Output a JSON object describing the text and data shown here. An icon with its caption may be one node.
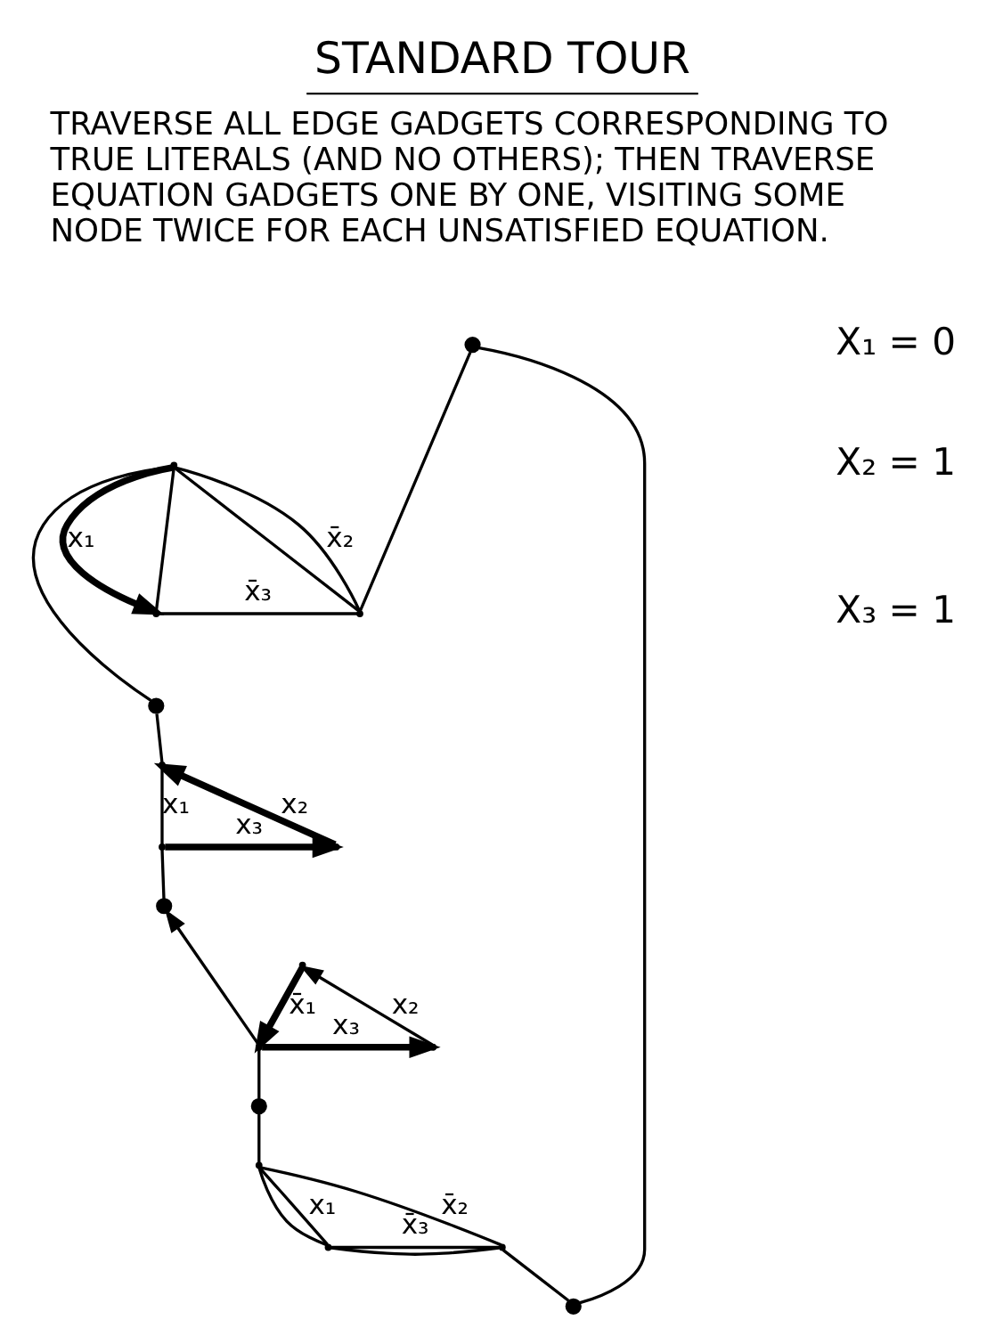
{
  "diagram": {
    "title": "STANDARD TOUR",
    "nodes": [
      {
        "text": [],
        "shape": "dot"
      },
      {
        "text": [],
        "shape": "point"
      },
      {
        "text": [],
        "shape": "point"
      },
      {
        "text": [],
        "shape": "point"
      },
      {
        "text": [],
        "shape": "dot"
      },
      {
        "text": [],
        "shape": "point"
      },
      {
        "text": [],
        "shape": "point"
      },
      {
        "text": [],
        "shape": "point"
      },
      {
        "text": [],
        "shape": "dot"
      },
      {
        "text": [],
        "shape": "point"
      },
      {
        "text": [],
        "shape": "point"
      },
      {
        "text": [],
        "shape": "point"
      },
      {
        "text": [],
        "shape": "dot"
      },
      {
        "text": [],
        "shape": "point"
      },
      {
        "text": [],
        "shape": "point"
      },
      {
        "text": [],
        "shape": "point"
      },
      {
        "text": [],
        "shape": "dot"
      }
    ],
    "edges": [
      {
        "from": 1,
        "to": 2,
        "arrow": "to",
        "label": "x₁",
        "style": "thick"
      },
      {
        "from": 1,
        "to": 2,
        "arrow": "none"
      },
      {
        "from": 1,
        "to": 3,
        "arrow": "none",
        "label": "x̄₂"
      },
      {
        "from": 1,
        "to": 3,
        "arrow": "none"
      },
      {
        "from": 2,
        "to": 3,
        "arrow": "none",
        "label": "x̄₃"
      },
      {
        "from": 0,
        "to": 3,
        "arrow": "none"
      },
      {
        "from": 1,
        "to": 4,
        "arrow": "none"
      },
      {
        "from": 4,
        "to": 5,
        "arrow": "none"
      },
      {
        "from": 5,
        "to": 6,
        "arrow": "none",
        "label": "x₁"
      },
      {
        "from": 7,
        "to": 5,
        "arrow": "to",
        "label": "x₂",
        "style": "thick"
      },
      {
        "from": 6,
        "to": 7,
        "arrow": "to",
        "label": "x₃",
        "style": "thick"
      },
      {
        "from": 6,
        "to": 8,
        "arrow": "none"
      },
      {
        "from": 10,
        "to": 8,
        "arrow": "to"
      },
      {
        "from": 9,
        "to": 10,
        "arrow": "to",
        "label": "x̄₁",
        "style": "thick"
      },
      {
        "from": 11,
        "to": 9,
        "arrow": "to",
        "label": "x₂"
      },
      {
        "from": 10,
        "to": 11,
        "arrow": "to",
        "label": "x₃",
        "style": "thick"
      },
      {
        "from": 10,
        "to": 12,
        "arrow": "none"
      },
      {
        "from": 12,
        "to": 13,
        "arrow": "none"
      },
      {
        "from": 13,
        "to": 14,
        "arrow": "none",
        "label": "x₁"
      },
      {
        "from": 13,
        "to": 14,
        "arrow": "none"
      },
      {
        "from": 13,
        "to": 15,
        "arrow": "none",
        "label": "x̄₂"
      },
      {
        "from": 14,
        "to": 15,
        "arrow": "none",
        "label": "x̄₃"
      },
      {
        "from": 14,
        "to": 15,
        "arrow": "none"
      },
      {
        "from": 15,
        "to": 16,
        "arrow": "none"
      },
      {
        "from": 16,
        "to": 0,
        "arrow": "none"
      }
    ],
    "labels": [
      "TRAVERSE ALL EDGE GADGETS CORRESPONDING TO TRUE LITERALS (AND NO OTHERS); THEN TRAVERSE EQUATION GADGETS ONE BY ONE, VISITING SOME NODE TWICE FOR EACH UNSATISFIED EQUATION.",
      "X₁ = 0",
      "X₂ = 1",
      "X₃ = 1"
    ]
  }
}
